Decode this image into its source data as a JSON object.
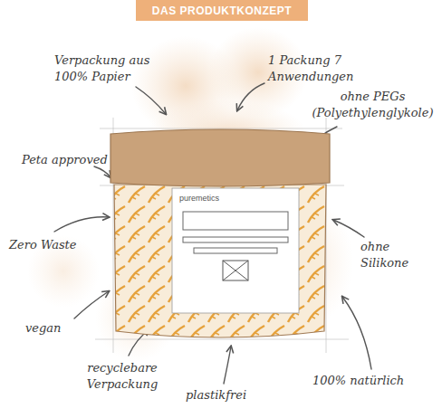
{
  "diagram": {
    "title": "DAS PRODUKTKONZEPT",
    "nodes": [
      {
        "text": [
          "puremetics"
        ]
      }
    ],
    "labels": [
      "Verpackung aus 100% Papier",
      "1 Packung 7 Anwendungen",
      "ohne PEGs (Polyethylenglykole)",
      "Peta approved",
      "ohne Silikone",
      "Zero Waste",
      "vegan",
      "100% natürlich",
      "recyclebare Verpackung",
      "plastikfrei"
    ]
  }
}
